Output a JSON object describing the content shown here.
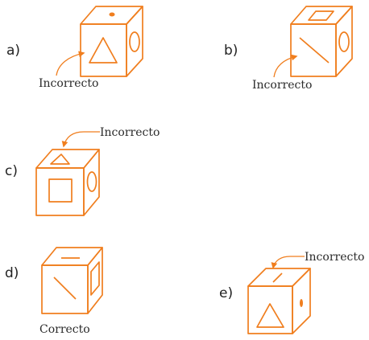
{
  "colors": {
    "stroke": "#f07e1e",
    "text": "#222222"
  },
  "options": [
    {
      "label": "a)",
      "verdict": "Incorrecto"
    },
    {
      "label": "b)",
      "verdict": "Incorrecto"
    },
    {
      "label": "c)",
      "verdict": "Incorrecto"
    },
    {
      "label": "d)",
      "verdict": "Correcto"
    },
    {
      "label": "e)",
      "verdict": "Incorrecto"
    }
  ],
  "icons": [
    "dot",
    "triangle",
    "oval",
    "square",
    "diagonal-line",
    "dash",
    "parallelogram"
  ]
}
